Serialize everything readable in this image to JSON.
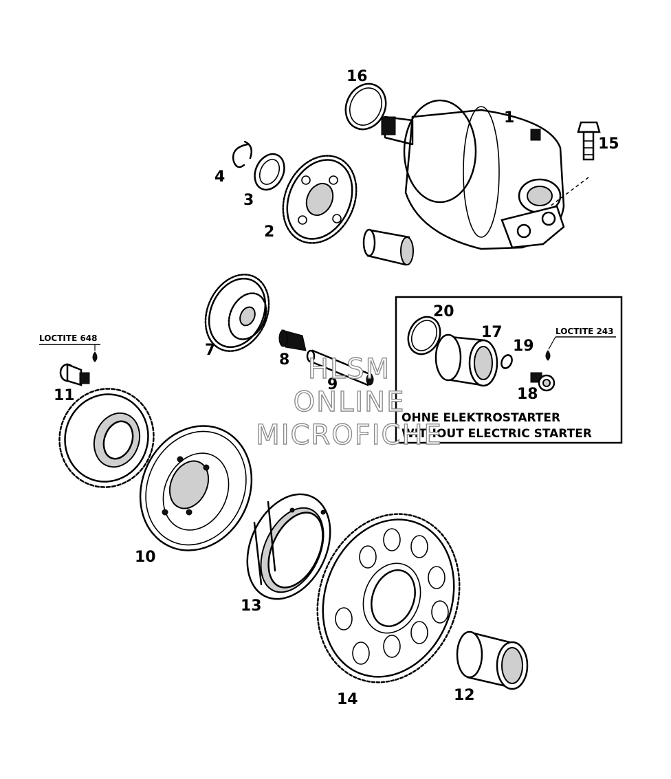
{
  "callouts": [
    "1",
    "2",
    "3",
    "4",
    "7",
    "8",
    "9",
    "10",
    "11",
    "12",
    "13",
    "14",
    "15",
    "16",
    "17",
    "18",
    "19",
    "20"
  ],
  "loctite": {
    "left": "LOCTITE 648",
    "right": "LOCTITE 243"
  },
  "inset": {
    "line1": "OHNE ELEKTROSTARTER",
    "line2": "WITHOUT ELECTRIC STARTER"
  },
  "watermark": {
    "line1": "HLSM",
    "line2": "ONLINE",
    "line3": "MICROFICHE"
  }
}
